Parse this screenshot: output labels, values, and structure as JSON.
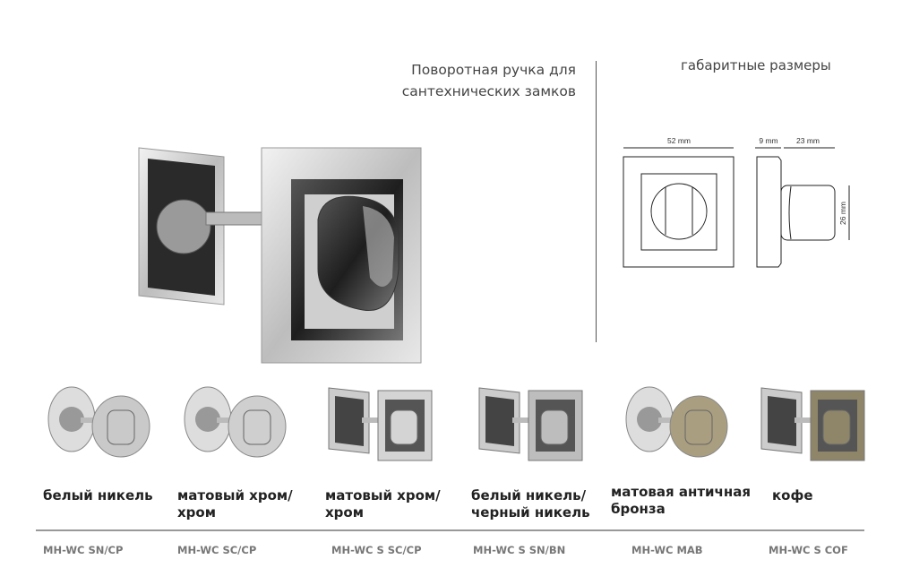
{
  "header": {
    "title_line1": "Поворотная ручка для",
    "title_line2": "сантехнических замков",
    "dimensions_title": "габаритные размеры"
  },
  "dimensions": {
    "width": "52 mm",
    "depth_rose": "9 mm",
    "depth_knob": "23 mm",
    "height_knob": "26 mm"
  },
  "variants": [
    {
      "finish_line1": "белый никель",
      "finish_line2": "",
      "code": "MH-WC SN/CP",
      "color": "#c9c9c9",
      "shape": "round"
    },
    {
      "finish_line1": "матовый хром/",
      "finish_line2": "хром",
      "code": "MH-WC SC/CP",
      "color": "#cfcfcf",
      "shape": "round"
    },
    {
      "finish_line1": "матовый хром/",
      "finish_line2": "хром",
      "code": "MH-WC S SC/CP",
      "color": "#d4d4d4",
      "shape": "square"
    },
    {
      "finish_line1": "белый никель/",
      "finish_line2": "черный никель",
      "code": "MH-WC S SN/BN",
      "color": "#bdbdbd",
      "shape": "square"
    },
    {
      "finish_line1": "матовая античная",
      "finish_line2": "бронза",
      "code": "MH-WC MAB",
      "color": "#a99e80",
      "shape": "round"
    },
    {
      "finish_line1": "кофе",
      "finish_line2": "",
      "code": "MH-WC S COF",
      "color": "#8f8569",
      "shape": "square"
    }
  ]
}
